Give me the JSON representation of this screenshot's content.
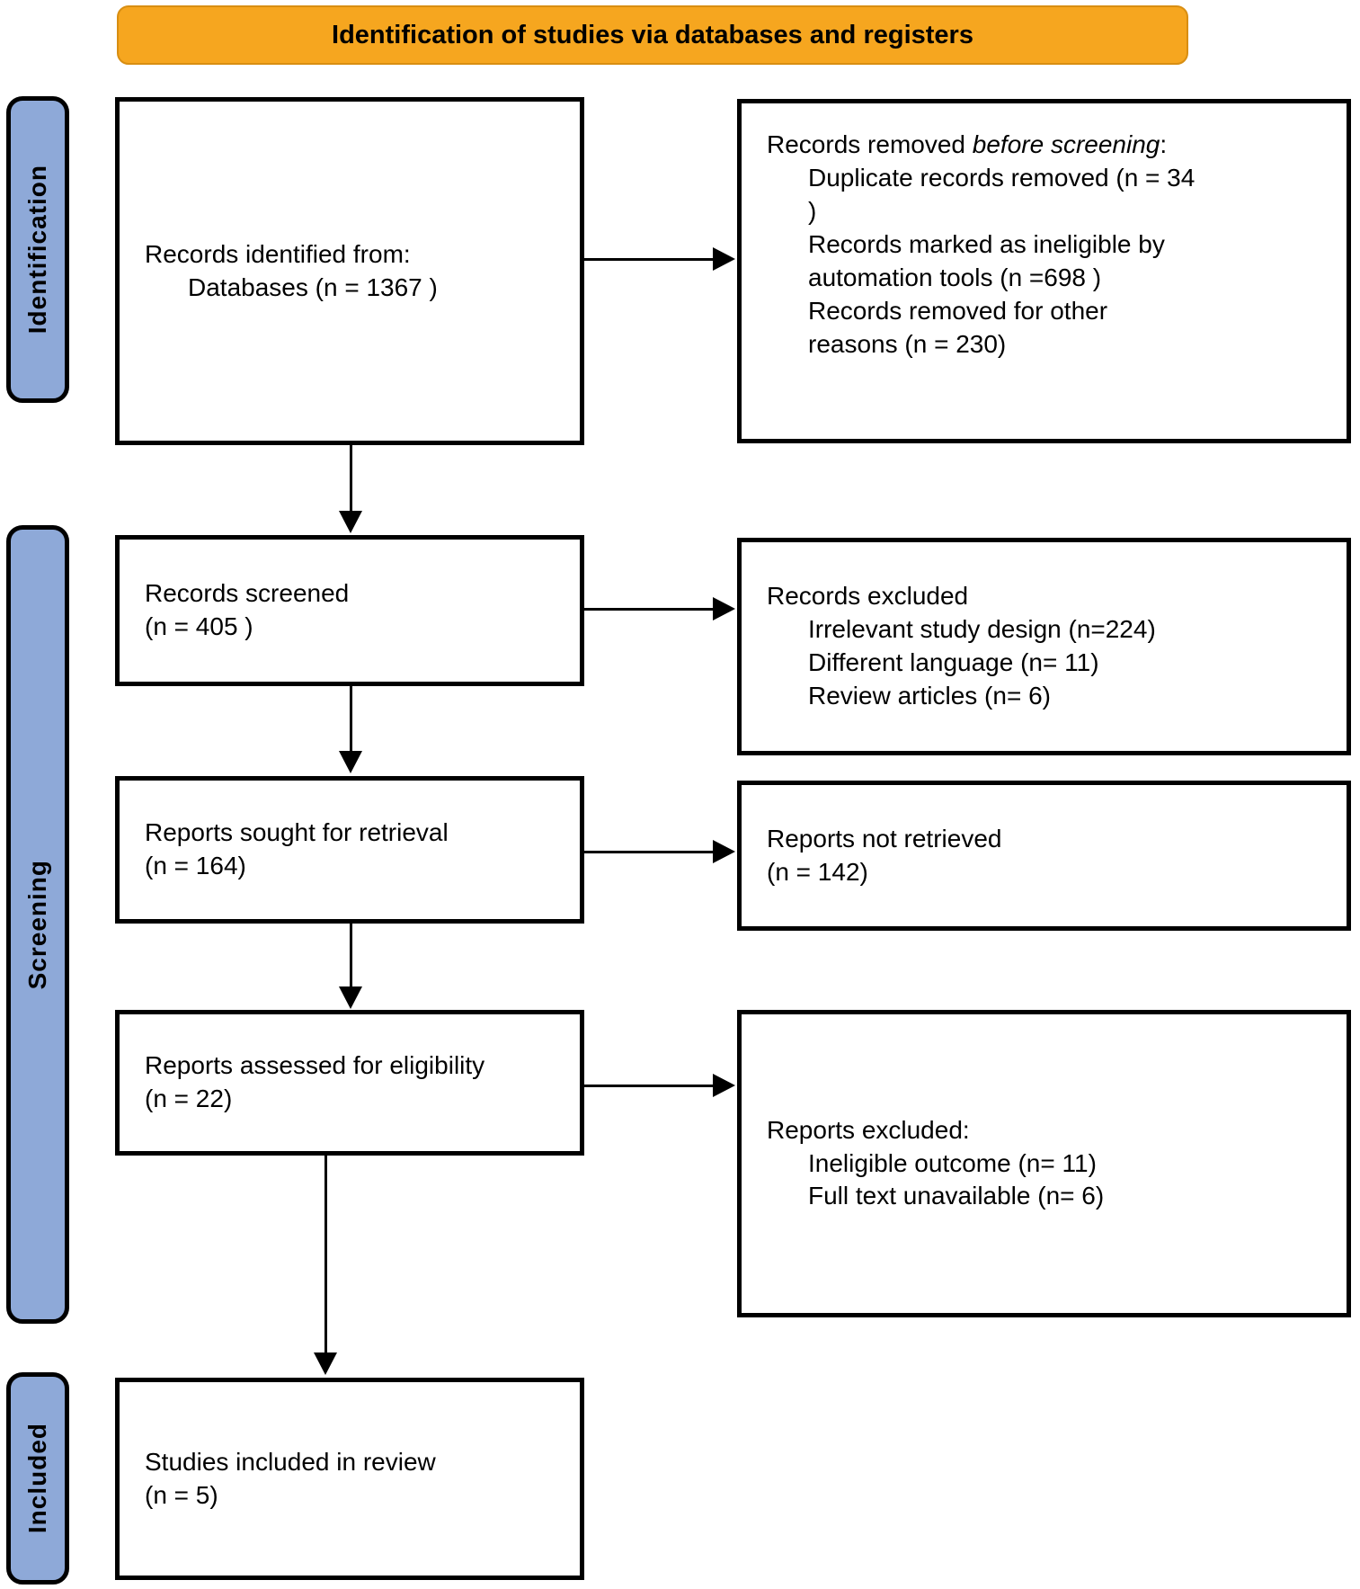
{
  "banner": {
    "title": "Identification of studies via databases and registers"
  },
  "sidebar": {
    "stages": [
      {
        "label": "Identification"
      },
      {
        "label": "Screening"
      },
      {
        "label": "Included"
      }
    ]
  },
  "boxes": {
    "identified": {
      "line1": "Records identified from:",
      "line2": "Databases (n = 1367 )"
    },
    "removed": {
      "title_prefix": "Records removed ",
      "title_italic": "before screening",
      "title_suffix": ":",
      "items": [
        "Duplicate records removed (n = 34 )",
        "Records marked as ineligible by automation tools (n =698 )",
        "Records removed for other reasons (n = 230)"
      ]
    },
    "screened": {
      "line1": "Records screened",
      "line2": "(n = 405 )"
    },
    "excluded": {
      "title": "Records excluded",
      "items": [
        "Irrelevant study design (n=224)",
        "Different language (n= 11)",
        "Review articles (n= 6)"
      ]
    },
    "sought": {
      "line1": "Reports sought for retrieval",
      "line2": "(n = 164)"
    },
    "not_retrieved": {
      "line1": "Reports not retrieved",
      "line2": "(n = 142)"
    },
    "assessed": {
      "line1": "Reports assessed for eligibility",
      "line2": "(n = 22)"
    },
    "reports_excluded": {
      "title": "Reports excluded:",
      "items": [
        "Ineligible outcome (n= 11)",
        "Full text unavailable (n= 6)"
      ]
    },
    "included": {
      "line1": "Studies included in review",
      "line2": "(n = 5)"
    }
  },
  "colors": {
    "banner_bg": "#F6A61F",
    "banner_border": "#D88E12",
    "sidebar_bg": "#8EA9D8",
    "line": "#000000"
  }
}
